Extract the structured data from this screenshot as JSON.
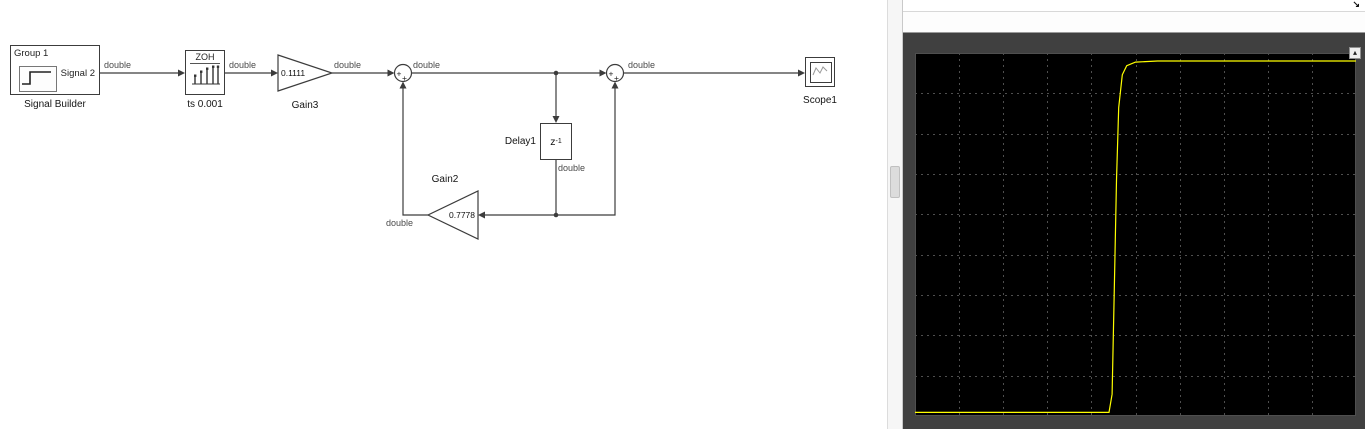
{
  "palette": {
    "canvas_bg": "#ffffff",
    "wire_color": "#3c3c3c",
    "scope_panel": "#404040",
    "plot_bg": "#000000",
    "grid_color": "#4f4f4f",
    "trace_color": "#ffff00"
  },
  "diagram": {
    "signal_label": "double",
    "plus": "+",
    "blocks": {
      "signal_builder": {
        "group": "Group 1",
        "signal": "Signal 2",
        "name": "Signal Builder"
      },
      "zoh": {
        "title": "ZOH",
        "param": "ts 0.001"
      },
      "gain3": {
        "value": "0.1111",
        "name": "Gain3"
      },
      "delay1": {
        "base": "z",
        "exp": "-1",
        "name": "Delay1"
      },
      "gain2": {
        "value": "0.7778",
        "name": "Gain2"
      },
      "scope1": {
        "name": "Scope1"
      }
    }
  },
  "scope_window": {
    "menu_arrow": "↘",
    "corner_button": "▴"
  },
  "chart_data": {
    "type": "line",
    "title": "",
    "xlabel": "",
    "ylabel": "",
    "x_range_norm": [
      0,
      1
    ],
    "y_range_norm": [
      0,
      1
    ],
    "grid": {
      "cols": 10,
      "rows": 9,
      "style": "dashed"
    },
    "legend": null,
    "series": [
      {
        "name": "Scope1 trace",
        "color": "#ffff00",
        "points": [
          [
            0.0,
            0.01
          ],
          [
            0.44,
            0.01
          ],
          [
            0.447,
            0.06
          ],
          [
            0.452,
            0.35
          ],
          [
            0.457,
            0.65
          ],
          [
            0.462,
            0.85
          ],
          [
            0.47,
            0.94
          ],
          [
            0.48,
            0.965
          ],
          [
            0.5,
            0.975
          ],
          [
            0.55,
            0.978
          ],
          [
            1.0,
            0.978
          ]
        ]
      }
    ]
  }
}
